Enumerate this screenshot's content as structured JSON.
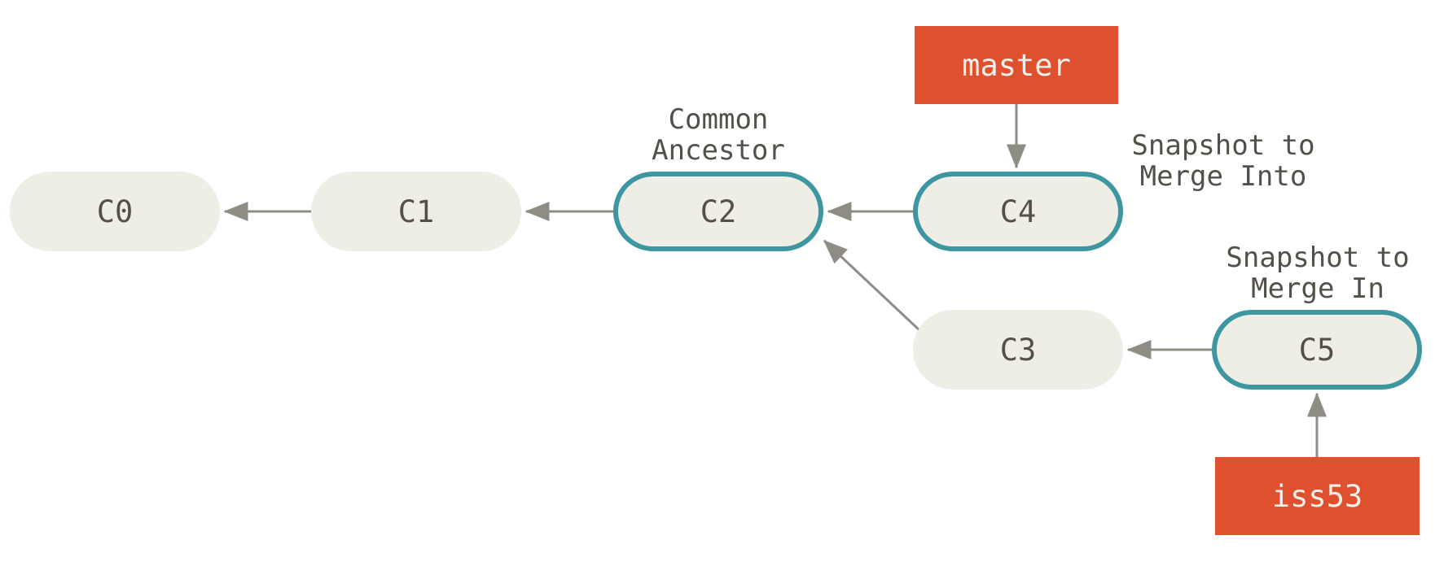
{
  "diagram": {
    "type": "git-commit-graph",
    "description": "Three snapshots used in a typical merge: master points to C4, iss53 points to C5, C2 is the common ancestor",
    "nodes": [
      {
        "id": "C0",
        "label": "C0",
        "row": "main",
        "highlighted": false
      },
      {
        "id": "C1",
        "label": "C1",
        "row": "main",
        "highlighted": false
      },
      {
        "id": "C2",
        "label": "C2",
        "row": "main",
        "highlighted": true,
        "annotation": "Common Ancestor"
      },
      {
        "id": "C4",
        "label": "C4",
        "row": "main",
        "highlighted": true,
        "annotation": "Snapshot to Merge Into"
      },
      {
        "id": "C3",
        "label": "C3",
        "row": "iss53",
        "highlighted": false
      },
      {
        "id": "C5",
        "label": "C5",
        "row": "iss53",
        "highlighted": true,
        "annotation": "Snapshot to Merge In"
      }
    ],
    "branches": [
      {
        "id": "master",
        "label": "master",
        "points_to": "C4"
      },
      {
        "id": "iss53",
        "label": "iss53",
        "points_to": "C5"
      }
    ],
    "edges": [
      {
        "from": "C1",
        "to": "C0"
      },
      {
        "from": "C2",
        "to": "C1"
      },
      {
        "from": "C4",
        "to": "C2"
      },
      {
        "from": "C3",
        "to": "C2"
      },
      {
        "from": "C5",
        "to": "C3"
      },
      {
        "from": "master",
        "to": "C4"
      },
      {
        "from": "iss53",
        "to": "C5"
      }
    ],
    "annotations": [
      {
        "id": "common-ancestor",
        "lines": [
          "Common",
          "Ancestor"
        ],
        "attached_to": "C2"
      },
      {
        "id": "snapshot-merge-into",
        "lines": [
          "Snapshot to",
          "Merge Into"
        ],
        "attached_to": "C4"
      },
      {
        "id": "snapshot-merge-in",
        "lines": [
          "Snapshot to",
          "Merge In"
        ],
        "attached_to": "C5"
      }
    ],
    "colors": {
      "background": "#ffffff",
      "node_fill": "#efeee6",
      "node_highlight_border": "#3d96a0",
      "branch_box_fill": "#df512e",
      "branch_box_text": "#f4f0e9",
      "node_text": "#534f49",
      "annotation_text": "#534f49",
      "arrow": "#8e8c85"
    }
  }
}
